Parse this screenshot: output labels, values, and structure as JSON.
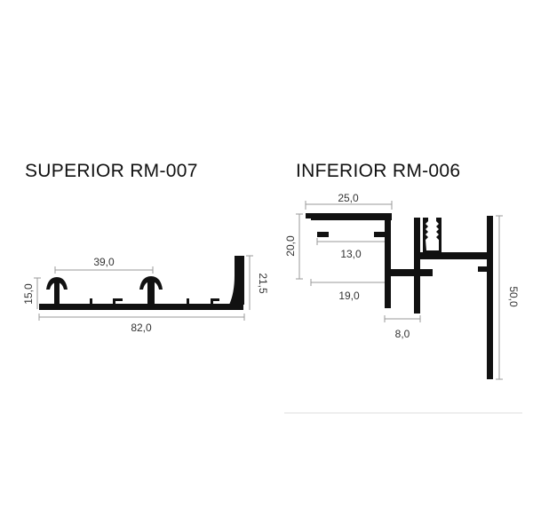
{
  "profiles": {
    "superior": {
      "title": "SUPERIOR RM-007",
      "dims": {
        "top_span": "39,0",
        "left_height": "15,0",
        "right_height": "21,5",
        "total_width": "82,0"
      }
    },
    "inferior": {
      "title": "INFERIOR RM-006",
      "dims": {
        "top_width": "25,0",
        "left_height": "20,0",
        "inner_width": "13,0",
        "lower_width": "19,0",
        "gap": "8,0",
        "total_height": "50,0"
      }
    }
  },
  "colors": {
    "profile": "#111111",
    "dimension_line": "#9a9a9a",
    "separator": "#dcdcdc"
  }
}
